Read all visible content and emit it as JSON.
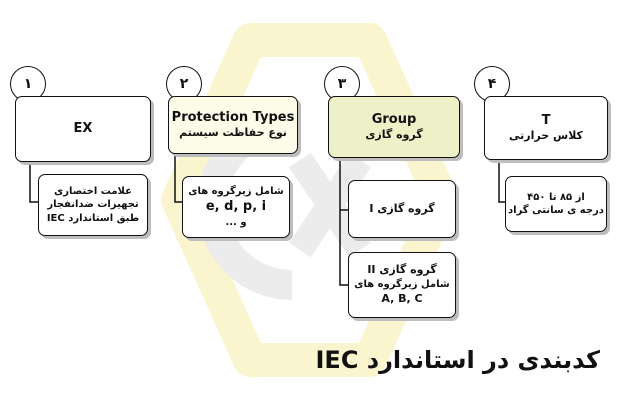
{
  "columns": [
    {
      "number": "۱",
      "header": {
        "title": "EX",
        "subtitle": ""
      },
      "details": [
        {
          "lines": [
            "علامت اختصاری",
            "تجهیزات ضدانفجار",
            "طبق استاندارد IEC"
          ]
        }
      ]
    },
    {
      "number": "۲",
      "header": {
        "title": "Protection Types",
        "subtitle": "نوع حفاظت سیستم"
      },
      "details": [
        {
          "lines": [
            "شامل زیرگروه های",
            "e, d, p, i",
            "و ..."
          ]
        }
      ]
    },
    {
      "number": "۳",
      "header": {
        "title": "Group",
        "subtitle": "گروه گازی"
      },
      "details": [
        {
          "lines": [
            "گروه گازی I"
          ]
        },
        {
          "lines": [
            "گروه گازی II",
            "شامل زیرگروه های",
            "A, B, C"
          ]
        }
      ]
    },
    {
      "number": "۴",
      "header": {
        "title": "T",
        "subtitle": "کلاس حرارتی"
      },
      "details": [
        {
          "lines": [
            "از ۸۵ تا ۴۵۰",
            "درجه ی سانتی گراد"
          ]
        }
      ]
    }
  ],
  "caption": "کدبندی در استاندارد IEC",
  "colors": {
    "watermark_yellow": "#fbf5cf",
    "watermark_gray": "#e9e9e9",
    "header_fill_col2": "#fdfce8",
    "header_fill_col3": "#eef0c8"
  }
}
